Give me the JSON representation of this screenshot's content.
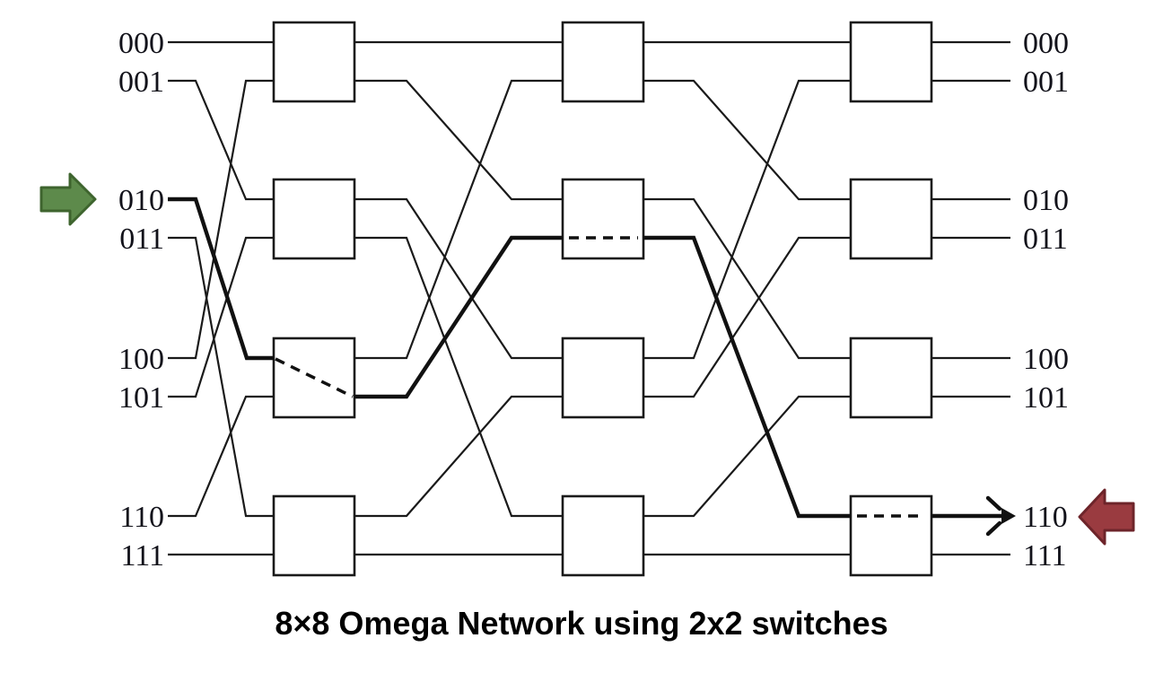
{
  "net": {
    "caption": "8×8 Omega Network using 2x2 switches",
    "inputs": [
      "000",
      "001",
      "010",
      "011",
      "100",
      "101",
      "110",
      "111"
    ],
    "outputs": [
      "000",
      "001",
      "010",
      "011",
      "100",
      "101",
      "110",
      "111"
    ],
    "highlighted_path": {
      "from_input": "010",
      "to_output": "110"
    },
    "colors": {
      "line": "#1a1a1a",
      "bold_line": "#111111",
      "label_text": "#12121a",
      "source_arrow_fill": "#5d8a4b",
      "source_arrow_border": "#3e642e",
      "destination_arrow_fill": "#9a3b40",
      "destination_arrow_border": "#6d242a"
    }
  }
}
